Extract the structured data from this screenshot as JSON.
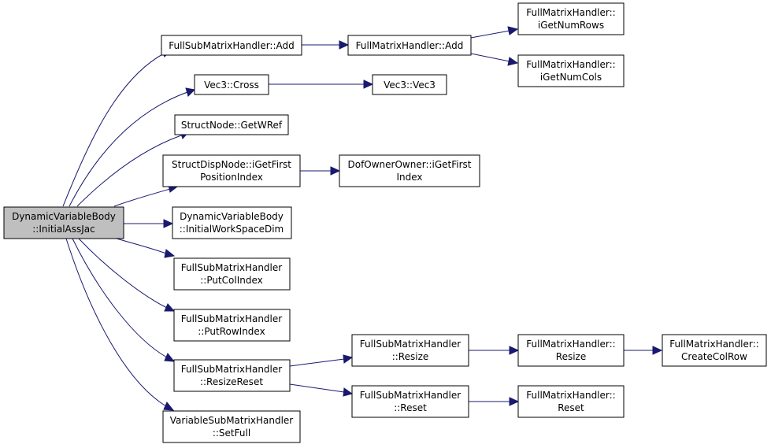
{
  "colors": {
    "root_fill": "#bfbfbf",
    "node_fill": "#ffffff",
    "edge": "#191970"
  },
  "graph": {
    "root": {
      "line1": "DynamicVariableBody",
      "line2": "::InitialAssJac"
    },
    "nodes": {
      "fsm_add": {
        "line1": "FullSubMatrixHandler::Add",
        "line2": ""
      },
      "vec3_cross": {
        "line1": "Vec3::Cross",
        "line2": ""
      },
      "structnode_getwref": {
        "line1": "StructNode::GetWRef",
        "line2": ""
      },
      "structdisp_igetfirst": {
        "line1": "StructDispNode::iGetFirst",
        "line2": "PositionIndex"
      },
      "dvb_initialworkspace": {
        "line1": "DynamicVariableBody",
        "line2": "::InitialWorkSpaceDim"
      },
      "fsm_putcolindex": {
        "line1": "FullSubMatrixHandler",
        "line2": "::PutColIndex"
      },
      "fsm_putrowindex": {
        "line1": "FullSubMatrixHandler",
        "line2": "::PutRowIndex"
      },
      "fsm_resizereset": {
        "line1": "FullSubMatrixHandler",
        "line2": "::ResizeReset"
      },
      "vsm_setfull": {
        "line1": "VariableSubMatrixHandler",
        "line2": "::SetFull"
      },
      "fmh_add": {
        "line1": "FullMatrixHandler::Add",
        "line2": ""
      },
      "vec3_vec3": {
        "line1": "Vec3::Vec3",
        "line2": ""
      },
      "dof_igetfirst": {
        "line1": "DofOwnerOwner::iGetFirst",
        "line2": "Index"
      },
      "fsm_resize": {
        "line1": "FullSubMatrixHandler",
        "line2": "::Resize"
      },
      "fsm_reset": {
        "line1": "FullSubMatrixHandler",
        "line2": "::Reset"
      },
      "fmh_igetnumrows": {
        "line1": "FullMatrixHandler::",
        "line2": "iGetNumRows"
      },
      "fmh_igetnumcols": {
        "line1": "FullMatrixHandler::",
        "line2": "iGetNumCols"
      },
      "fmh_resize": {
        "line1": "FullMatrixHandler::",
        "line2": "Resize"
      },
      "fmh_reset": {
        "line1": "FullMatrixHandler::",
        "line2": "Reset"
      },
      "fmh_createcolrow": {
        "line1": "FullMatrixHandler::",
        "line2": "CreateColRow"
      }
    }
  }
}
